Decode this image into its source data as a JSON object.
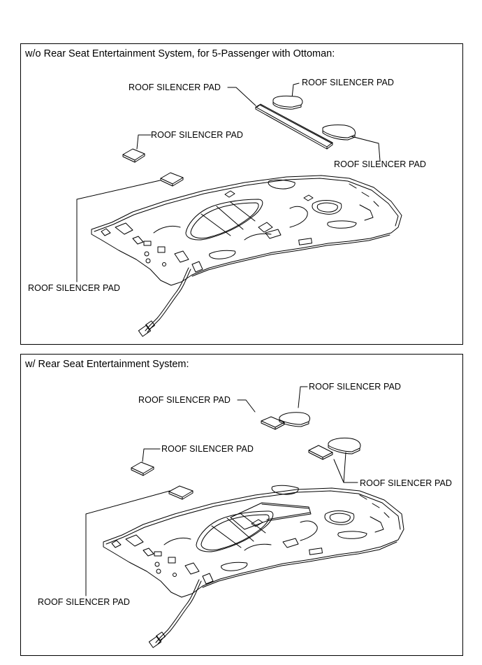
{
  "panels": [
    {
      "title": "w/o Rear Seat Entertainment System, for 5-Passenger with Ottoman:",
      "labels": [
        "ROOF SILENCER PAD",
        "ROOF SILENCER PAD",
        "ROOF SILENCER PAD",
        "ROOF SILENCER PAD",
        "ROOF SILENCER PAD"
      ]
    },
    {
      "title": "w/ Rear Seat Entertainment System:",
      "labels": [
        "ROOF SILENCER PAD",
        "ROOF SILENCER PAD",
        "ROOF SILENCER PAD",
        "ROOF SILENCER PAD"
      ]
    }
  ]
}
